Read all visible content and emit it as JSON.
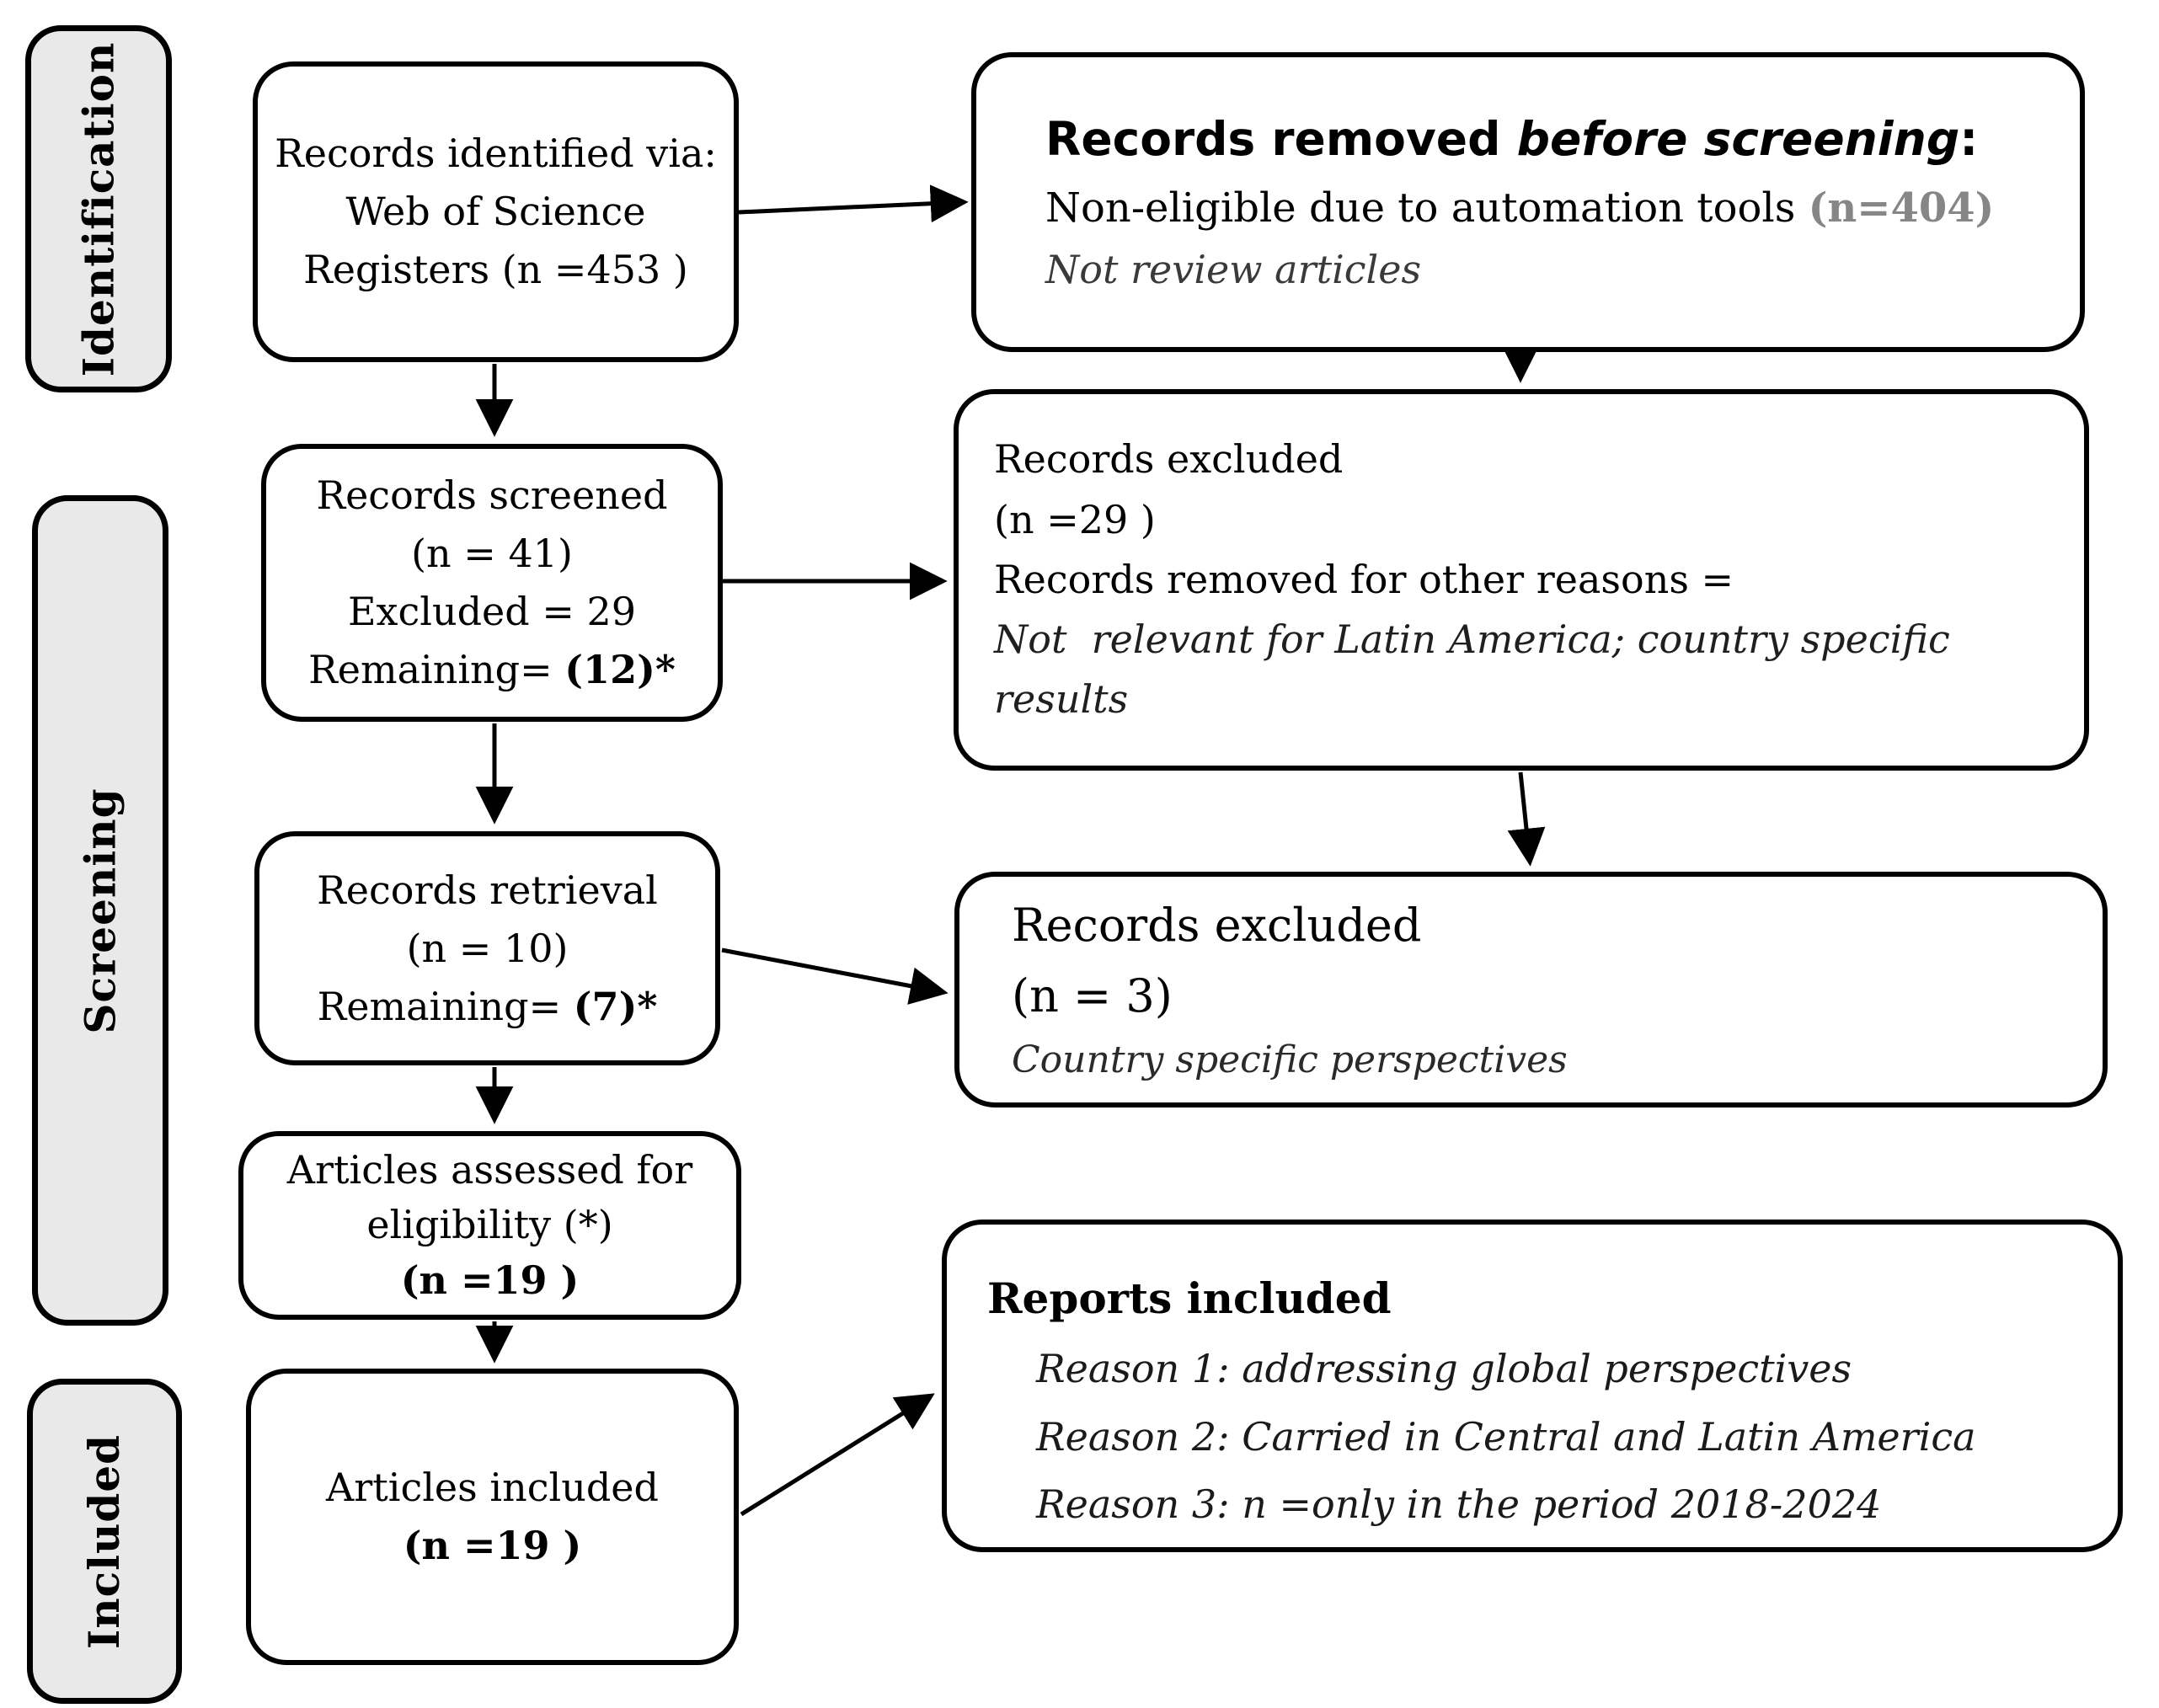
{
  "diagram": {
    "stages": [
      {
        "label": "Identification"
      },
      {
        "label": "Screening"
      },
      {
        "label": "Included"
      }
    ],
    "boxes": {
      "identified": {
        "line1": "Records identified via:",
        "line2": "Web of Science",
        "line3": "Registers (n =453 )"
      },
      "removed_before": {
        "title_bold": "Records removed ",
        "title_italic": "before screening",
        "title_colon": ":",
        "body": "Non-eligible due to automation tools ",
        "count": "(n=404)",
        "note": "Not review articles"
      },
      "screened": {
        "line1": "Records screened",
        "line2": "(n = 41)",
        "line3": "Excluded = 29",
        "line4_label": "Remaining= ",
        "line4_value": "(12)*"
      },
      "excluded1": {
        "line1": "Records excluded",
        "line2": "(n =29 )",
        "line3": "Records removed for other reasons =",
        "line4": "Not  relevant for Latin America; country specific results"
      },
      "retrieval": {
        "line1": "Records retrieval",
        "line2": "(n = 10)",
        "line3_label": "Remaining= ",
        "line3_value": "(7)*"
      },
      "excluded2": {
        "line1": "Records excluded",
        "line2": "(n = 3)",
        "line3": "Country specific perspectives"
      },
      "assessed": {
        "line1": "Articles assessed for",
        "line2": "eligibility (*)",
        "line3": "(n =19 )"
      },
      "included": {
        "line1": "Articles included",
        "line2": "(n =19 )"
      },
      "reports": {
        "title": "Reports included",
        "reasons": [
          "Reason 1: addressing global perspectives",
          "Reason 2: Carried in Central and Latin America",
          "Reason 3: n =only in the period 2018-2024"
        ]
      }
    },
    "colors": {
      "stage_fill": "#e9e9e9",
      "box_fill": "#ffffff",
      "border": "#000000",
      "count_gray": "#868686"
    }
  }
}
